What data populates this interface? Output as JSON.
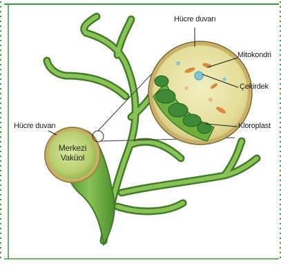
{
  "labels": {
    "cell_wall_top": "Hücre duvarı",
    "mitochondria": "Mitokondri",
    "nucleus": "Çekirdek",
    "chloroplast": "Kloroplast",
    "cell_wall_left": "Hücre duvarı",
    "vacuole_line1": "Merkezi",
    "vacuole_line2": "Vaküol"
  },
  "colors": {
    "border_dashes": "#2f9e3a",
    "thallus_green": "#6cae3a",
    "thallus_dark": "#3f7d24",
    "cell_wall": "#c9b16a",
    "cytoplasm": "#e8e4a6"
  }
}
